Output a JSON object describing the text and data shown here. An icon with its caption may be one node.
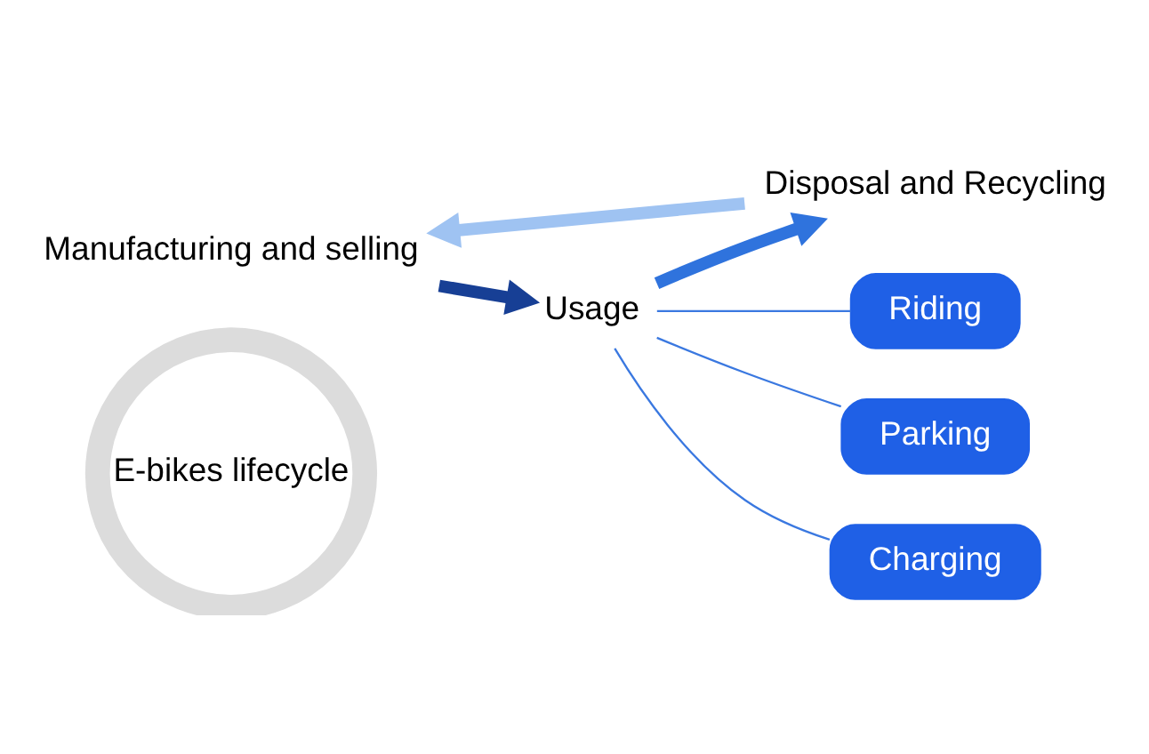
{
  "diagram": {
    "nodes": [
      {
        "text": [
          "E-bikes lifecycle"
        ]
      },
      {
        "text": [
          "Manufacturing and selling"
        ]
      },
      {
        "text": [
          "Usage"
        ]
      },
      {
        "text": [
          "Disposal and Recycling"
        ]
      },
      {
        "text": [
          "Riding"
        ]
      },
      {
        "text": [
          "Parking"
        ]
      },
      {
        "text": [
          "Charging"
        ]
      }
    ],
    "edges": [
      {
        "from": 3,
        "to": 1,
        "arrow": "to",
        "style": "thick",
        "color": "#9fc3f2"
      },
      {
        "from": 1,
        "to": 2,
        "arrow": "to",
        "style": "thick",
        "color": "#173f95"
      },
      {
        "from": 2,
        "to": 3,
        "arrow": "to",
        "style": "thick",
        "color": "#2f73dd"
      },
      {
        "from": 2,
        "to": 4,
        "arrow": "none"
      },
      {
        "from": 2,
        "to": 5,
        "arrow": "none"
      },
      {
        "from": 2,
        "to": 6,
        "arrow": "none"
      }
    ]
  }
}
